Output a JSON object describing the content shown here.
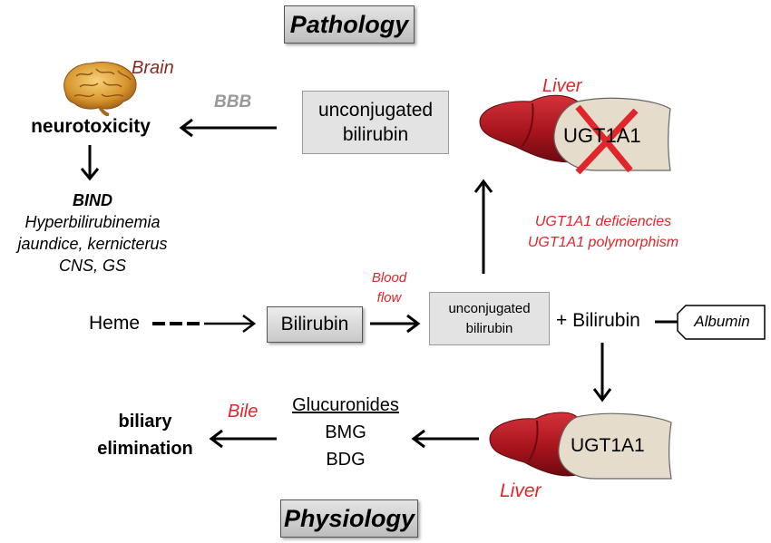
{
  "headings": {
    "pathology": "Pathology",
    "physiology": "Physiology"
  },
  "pathology": {
    "brain_label": "Brain",
    "bbb_label": "BBB",
    "neurotoxicity": "neurotoxicity",
    "unconjugated_box": "unconjugated bilirubin",
    "liver_label": "Liver",
    "enzyme_label": "UGT1A1",
    "deficiencies": "UGT1A1 deficiencies",
    "polymorphism": "UGT1A1 polymorphism",
    "bind_title": "BIND",
    "bind_items": [
      "Hyperbilirubinemia",
      "jaundice, kernicterus",
      "CNS, GS"
    ]
  },
  "middle": {
    "heme": "Heme",
    "bilirubin_box": "Bilirubin",
    "blood_flow": "Blood flow",
    "unconjugated_box": "unconjugated bilirubin",
    "plus_bilirubin": "+ Bilirubin",
    "albumin": "Albumin"
  },
  "physiology": {
    "liver_label": "Liver",
    "enzyme_label": "UGT1A1",
    "glucuronides": "Glucuronides",
    "bmg": "BMG",
    "bdg": "BDG",
    "bile_label": "Bile",
    "biliary_elimination": "biliary elimination"
  },
  "colors": {
    "accent_red": "#e0262b",
    "brain_label": "#8b2a22",
    "bbb_label": "#999999",
    "liver": "#a8141c",
    "enzyme_fill": "#e5dccb"
  }
}
